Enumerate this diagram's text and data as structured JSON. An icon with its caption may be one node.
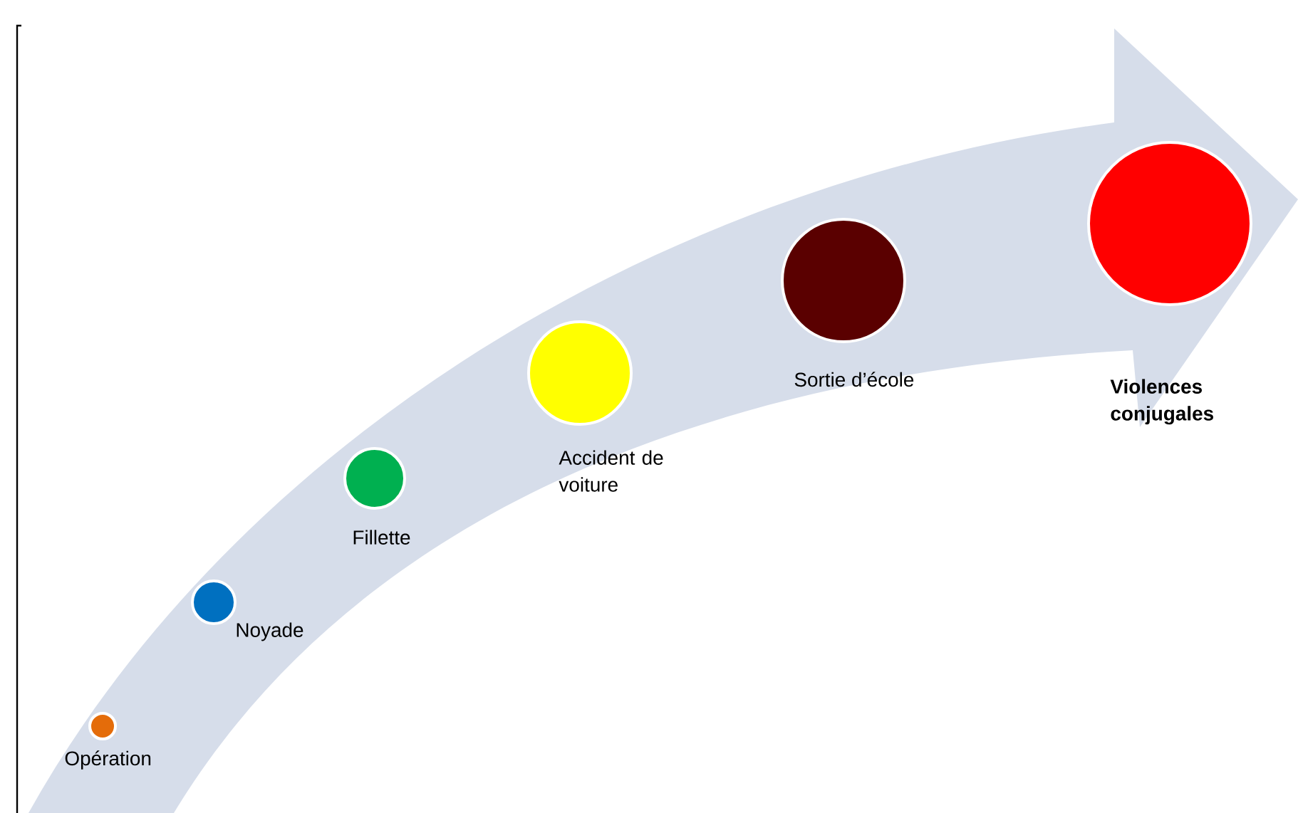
{
  "diagram": {
    "nodes": [
      {
        "text": [],
        "shape": "circle",
        "beside": [
          "Opération"
        ]
      },
      {
        "text": [],
        "shape": "circle",
        "beside": [
          "Noyade"
        ]
      },
      {
        "text": [],
        "shape": "circle",
        "beside": [
          "Fillette"
        ]
      },
      {
        "text": [],
        "shape": "circle",
        "beside": [
          "Accident de voiture"
        ]
      },
      {
        "text": [],
        "shape": "circle",
        "beside": [
          "Sortie d’école"
        ]
      },
      {
        "text": [],
        "shape": "circle",
        "beside": [
          "Violences conjugales"
        ]
      }
    ]
  }
}
